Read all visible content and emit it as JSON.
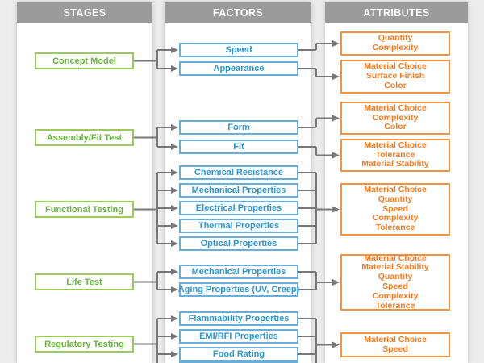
{
  "headers": {
    "stages": "STAGES",
    "factors": "FACTORS",
    "attributes": "ATTRIBUTES"
  },
  "colors": {
    "stage_border": "#9bcc5a",
    "stage_text": "#68b43c",
    "factor_border": "#6aaed8",
    "factor_text": "#2d96ce",
    "attribute_border": "#f0923f",
    "attribute_text": "#f07d22",
    "header_bg": "#9b9b9b",
    "header_text": "#ffffff",
    "connector": "#777777",
    "page_bg": "#ececec",
    "panel_bg": "#ffffff"
  },
  "groups": [
    {
      "stage": "Concept Model",
      "links": [
        {
          "factors": [
            "Speed"
          ],
          "attributes": [
            "Quantity",
            "Complexity"
          ]
        },
        {
          "factors": [
            "Appearance"
          ],
          "attributes": [
            "Material Choice",
            "Surface Finish",
            "Color"
          ]
        }
      ]
    },
    {
      "stage": "Assembly/Fit Test",
      "links": [
        {
          "factors": [
            "Form"
          ],
          "attributes": [
            "Material Choice",
            "Complexity",
            "Color"
          ]
        },
        {
          "factors": [
            "Fit"
          ],
          "attributes": [
            "Material Choice",
            "Tolerance",
            "Material Stability"
          ]
        }
      ]
    },
    {
      "stage": "Functional Testing",
      "links": [
        {
          "factors": [
            "Chemical Resistance",
            "Mechanical Properties",
            "Electrical Properties",
            "Thermal Properties",
            "Optical Properties"
          ],
          "attributes": [
            "Material Choice",
            "Quantity",
            "Speed",
            "Complexity",
            "Tolerance"
          ]
        }
      ]
    },
    {
      "stage": "Life Test",
      "links": [
        {
          "factors": [
            "Mechanical Properties",
            "Aging Properties (UV, Creep)"
          ],
          "attributes": [
            "Material Choice",
            "Material Stability",
            "Quantity",
            "Speed",
            "Complexity",
            "Tolerance"
          ]
        }
      ]
    },
    {
      "stage": "Regulatory Testing",
      "links": [
        {
          "factors": [
            "Flammability Properties",
            "EMI/RFI Properties",
            "Food Rating"
          ],
          "attributes": [
            "Material Choice",
            "Speed"
          ]
        }
      ]
    }
  ]
}
